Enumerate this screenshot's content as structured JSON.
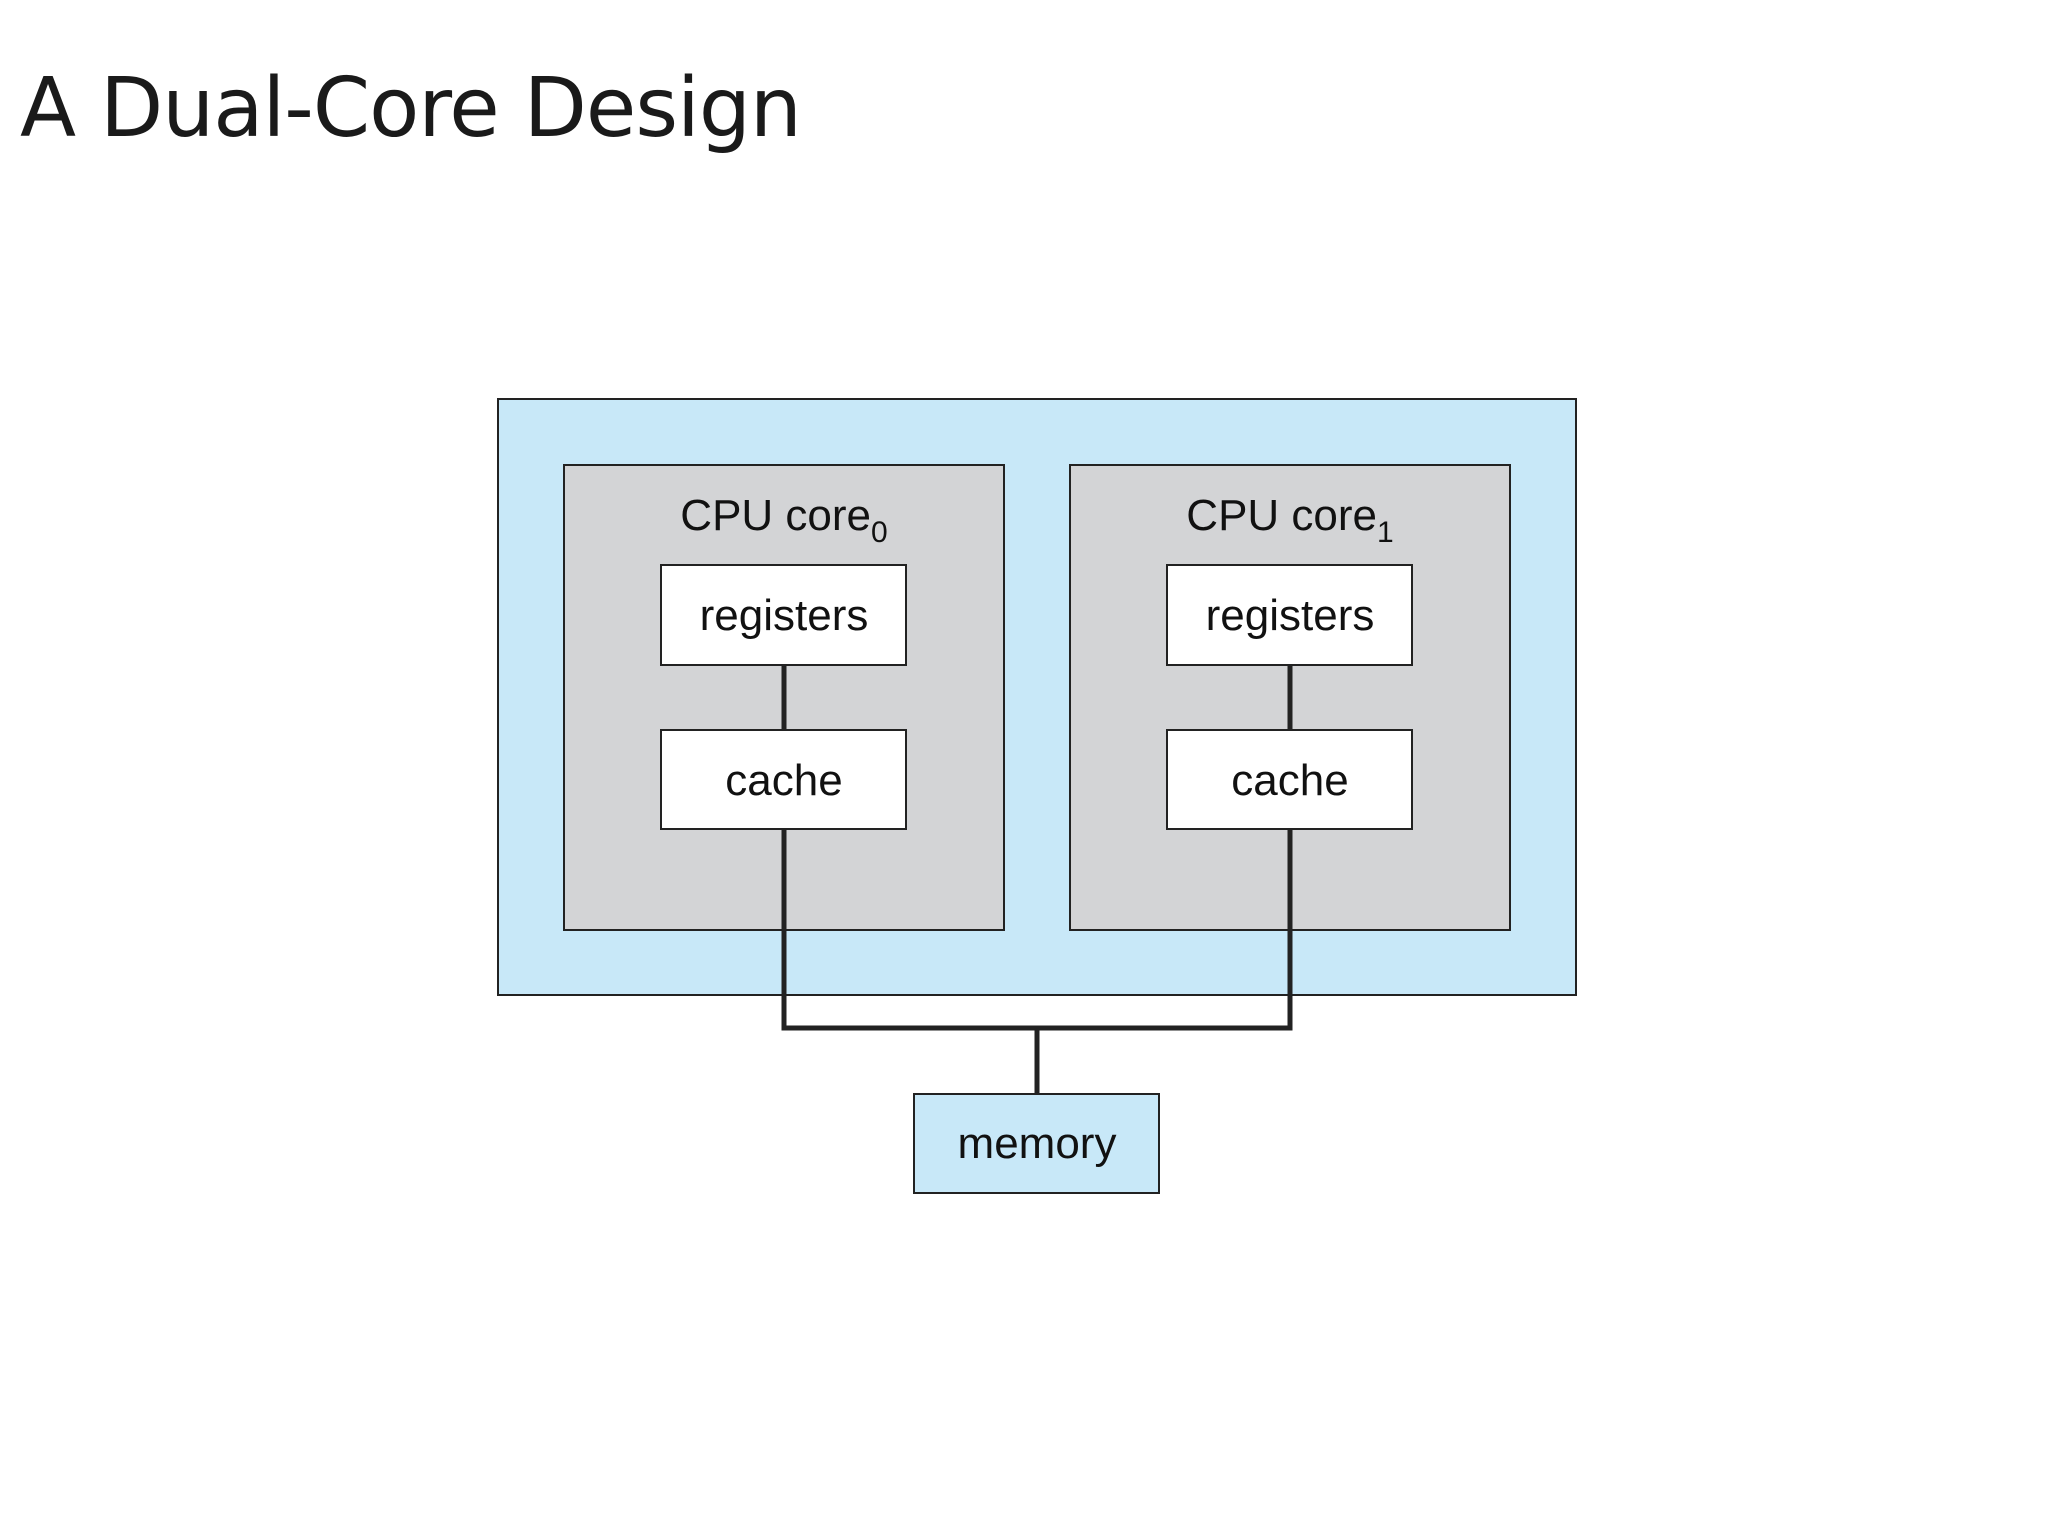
{
  "title": "A Dual-Core Design",
  "diagram": {
    "cores": [
      {
        "label": "CPU core",
        "subscript": "0",
        "registers": "registers",
        "cache": "cache"
      },
      {
        "label": "CPU core",
        "subscript": "1",
        "registers": "registers",
        "cache": "cache"
      }
    ],
    "memory": "memory"
  },
  "colors": {
    "chip": "#c8e8f8",
    "core": "#d3d4d6",
    "box": "#ffffff",
    "memory": "#c8e8f8",
    "stroke": "#222222"
  }
}
